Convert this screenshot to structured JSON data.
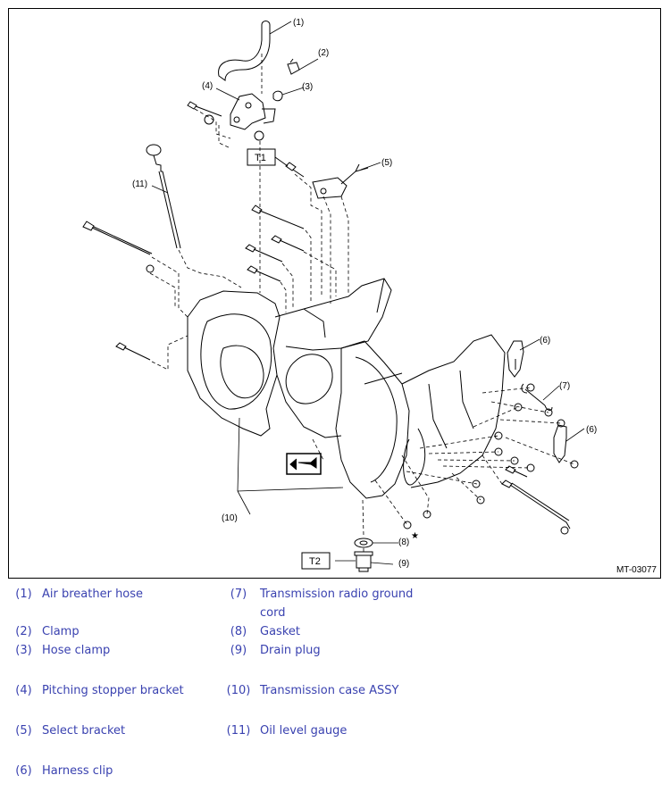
{
  "figure": {
    "code": "MT-03077",
    "callouts": [
      "(1)",
      "(2)",
      "(3)",
      "(4)",
      "(5)",
      "(6)",
      "(7)",
      "(6)",
      "(8)",
      "(9)",
      "(10)",
      "(11)"
    ],
    "tool_boxes": [
      "T1",
      "T2"
    ],
    "star": "★"
  },
  "legend": {
    "rows": [
      {
        "n1": "(1)",
        "l1": "Air breather hose",
        "n2": "(7)",
        "l2": "Transmission radio ground cord"
      },
      {
        "n1": "(2)",
        "l1": "Clamp",
        "n2": "(8)",
        "l2": "Gasket"
      },
      {
        "n1": "(3)",
        "l1": "Hose clamp",
        "n2": "(9)",
        "l2": "Drain plug"
      },
      {
        "n1": "(4)",
        "l1": "Pitching stopper bracket",
        "n2": "(10)",
        "l2": "Transmission case ASSY"
      },
      {
        "n1": "(5)",
        "l1": "Select bracket",
        "n2": "(11)",
        "l2": "Oil level gauge"
      },
      {
        "n1": "(6)",
        "l1": "Harness clip",
        "n2": "",
        "l2": ""
      }
    ]
  }
}
